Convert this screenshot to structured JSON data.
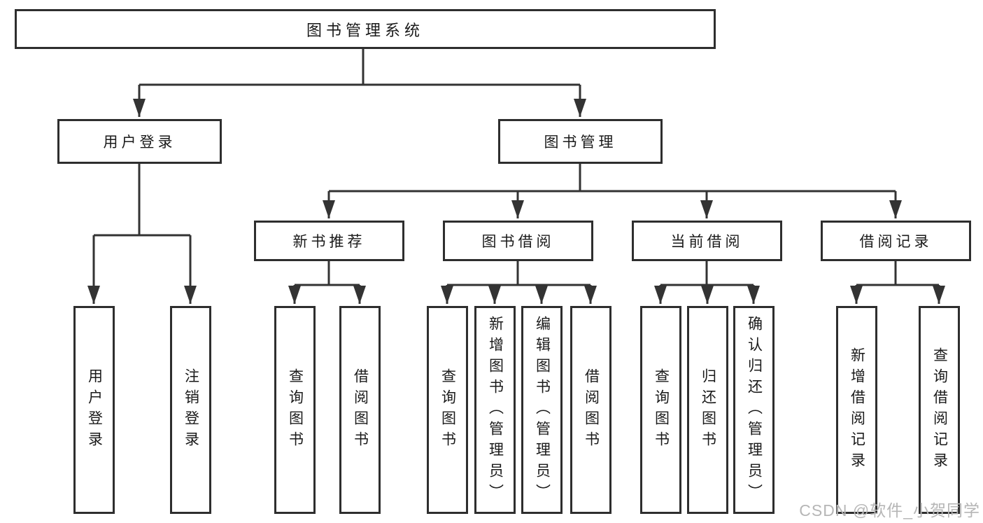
{
  "diagram": {
    "type": "tree",
    "title": "图书管理系统",
    "level2": [
      {
        "label": "用户登录",
        "children": [
          "用户登录",
          "注销登录"
        ]
      },
      {
        "label": "图书管理",
        "children": [
          {
            "label": "新书推荐",
            "children": [
              "查询图书",
              "借阅图书"
            ]
          },
          {
            "label": "图书借阅",
            "children": [
              "查询图书",
              "新增图书（管理员）",
              "编辑图书（管理员）",
              "借阅图书"
            ]
          },
          {
            "label": "当前借阅",
            "children": [
              "查询图书",
              "归还图书",
              "确认归还（管理员）"
            ]
          },
          {
            "label": "借阅记录",
            "children": [
              "新增借阅记录",
              "查询借阅记录"
            ]
          }
        ]
      }
    ],
    "colors": {
      "line": "#333333",
      "box_border": "#2e2e2e",
      "box_fill": "#ffffff",
      "text": "#1a1a1a",
      "background": "#ffffff"
    }
  },
  "watermark": {
    "text": "CSDN @软件_小贺同学",
    "color": "#b6b6b6"
  }
}
